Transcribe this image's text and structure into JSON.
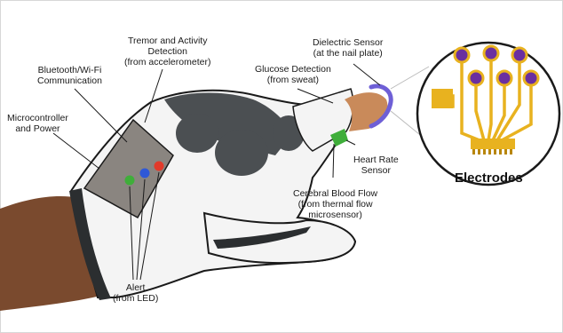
{
  "labels": {
    "tremor": [
      "Tremor and Activity",
      "Detection",
      "(from accelerometer)"
    ],
    "bluetooth": [
      "Bluetooth/Wi-Fi",
      "Communication"
    ],
    "microcontroller": [
      "Microcontroller",
      "and Power"
    ],
    "dielectric": [
      "Dielectric Sensor",
      "(at the nail plate)"
    ],
    "glucose": [
      "Glucose Detection",
      "(from sweat)"
    ],
    "heart_rate": [
      "Heart Rate",
      "Sensor"
    ],
    "cerebral": [
      "Cerebral Blood Flow",
      "(from thermal flow",
      "microsensor)"
    ],
    "alert": [
      "Alert",
      "(from LED)"
    ],
    "electrodes": "Electrodes"
  },
  "colors": {
    "glove": "#f4f4f4",
    "glove_dark": "#4b4f52",
    "skin": "#7a4a2e",
    "module": "#8a8580",
    "led_green": "#3fae3a",
    "led_blue": "#2f58d6",
    "led_red": "#e23a2a",
    "electrode_pad": "#6a2fa0",
    "electrode_gold": "#e8b21f",
    "nail_sensor": "#6e5fd6",
    "fingertip": "#c98a5a"
  }
}
